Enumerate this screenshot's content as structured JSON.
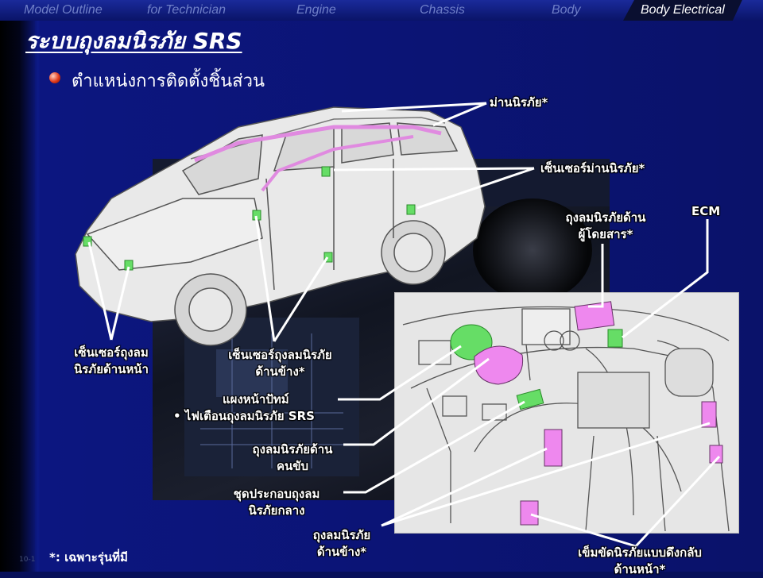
{
  "nav": {
    "tabs": [
      "Model Outline",
      "for Technician",
      "Engine",
      "Chassis",
      "Body",
      "Body Electrical"
    ],
    "active": "Body Electrical"
  },
  "title": "ระบบถุงลมนิรภัย SRS",
  "subtitle": "ตำแหน่งการติดตั้งชิ้นส่วน",
  "labels": {
    "curtain_airbag": "ม่านนิรภัย*",
    "curtain_sensor": "เซ็นเซอร์ม่านนิรภัย*",
    "passenger_airbag_1": "ถุงลมนิรภัยด้าน",
    "passenger_airbag_2": "ผู้โดยสาร*",
    "ecm": "ECM",
    "front_sensor_1": "เซ็นเซอร์ถุงลม",
    "front_sensor_2": "นิรภัยด้านหน้า",
    "side_sensor_1": "เซ็นเซอร์ถุงลมนิรภัย",
    "side_sensor_2": "ด้านข้าง*",
    "meter_1": "แผงหน้าปัทม์",
    "meter_2": "•  ไฟเตือนถุงลมนิรภัย SRS",
    "driver_airbag_1": "ถุงลมนิรภัยด้าน",
    "driver_airbag_2": "คนขับ",
    "center_assy_1": "ชุดประกอบถุงลม",
    "center_assy_2": "นิรภัยกลาง",
    "side_airbag_1": "ถุงลมนิรภัย",
    "side_airbag_2": "ด้านข้าง*",
    "pretensioner_1": "เข็มขัดนิรภัยแบบดึงกลับ",
    "pretensioner_2": "ด้านหน้า*"
  },
  "footnote": "*: เฉพาะรุ่นที่มี",
  "page_number": "10-1",
  "colors": {
    "background": "#0a126a",
    "airbag": "#ee88ee",
    "sensor": "#66dd66",
    "text": "#ffffff"
  }
}
